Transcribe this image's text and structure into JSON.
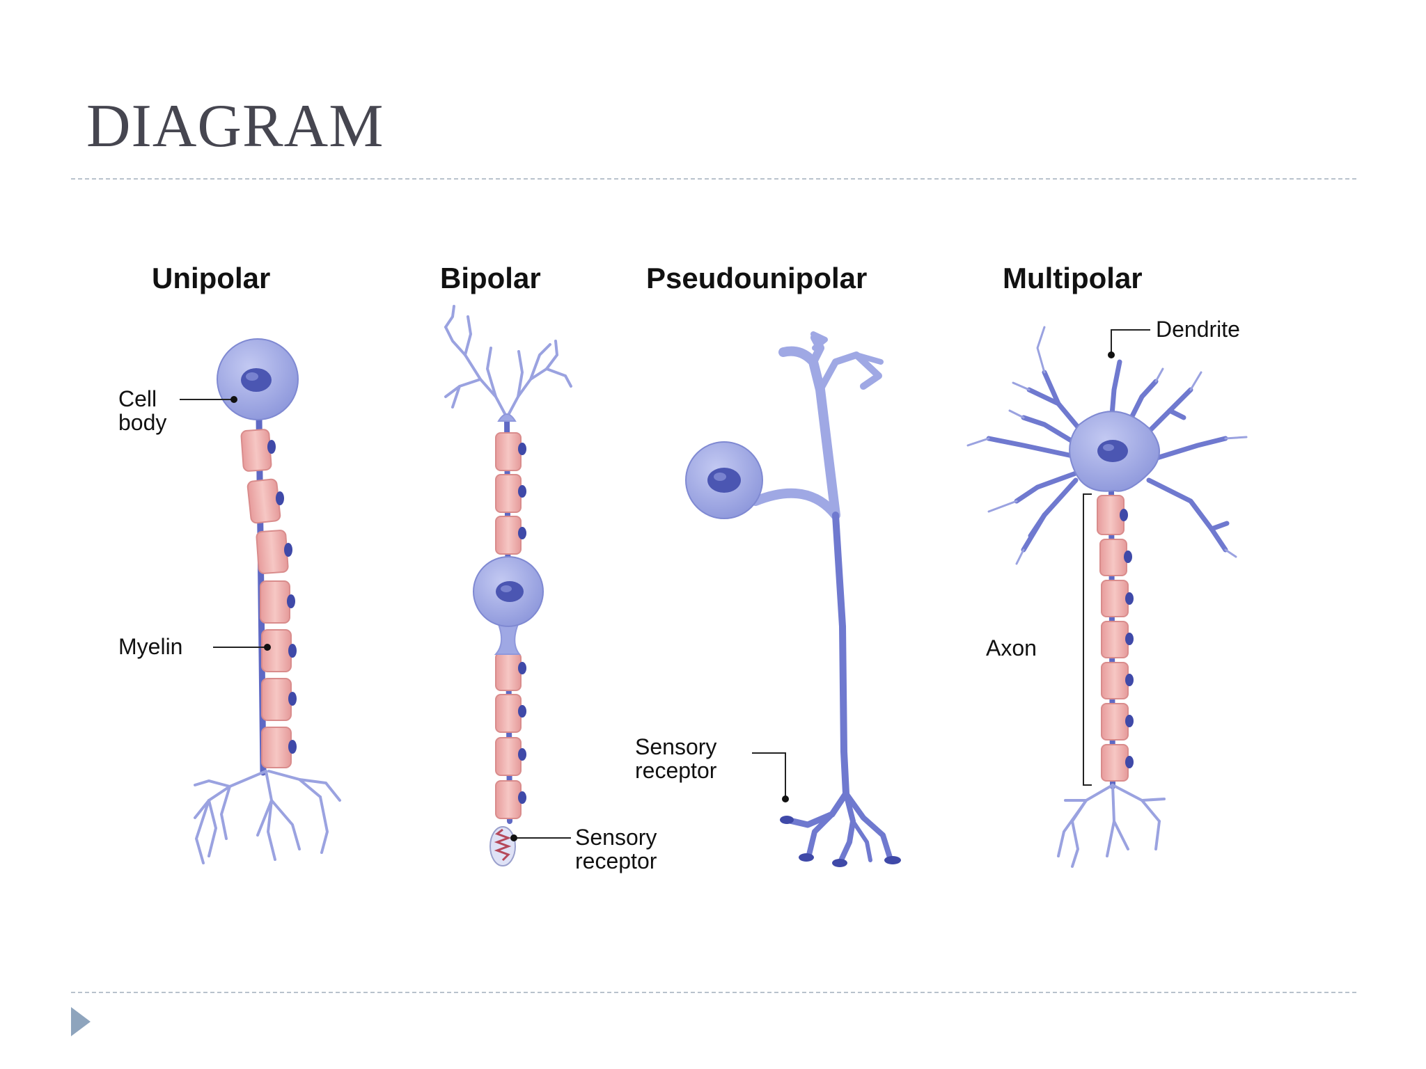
{
  "slide": {
    "title": "DIAGRAM"
  },
  "diagram": {
    "headings": [
      "Unipolar",
      "Bipolar",
      "Pseudounipolar",
      "Multipolar"
    ],
    "labels": {
      "cell_body_1": "Cell",
      "cell_body_2": "body",
      "myelin": "Myelin",
      "sensory_receptor_bipolar_1": "Sensory",
      "sensory_receptor_bipolar_2": "receptor",
      "sensory_receptor_pseudo_1": "Sensory",
      "sensory_receptor_pseudo_2": "receptor",
      "dendrite": "Dendrite",
      "axon": "Axon"
    },
    "colors": {
      "cell_fill": "#9fa8e4",
      "nucleus": "#4a55b0",
      "neurite": "#6f79cf",
      "myelin": "#f1b3b3",
      "myelin_edge": "#d98c8c",
      "leader": "#222222"
    }
  }
}
